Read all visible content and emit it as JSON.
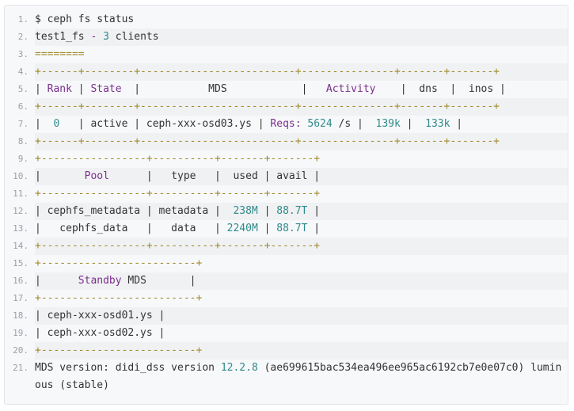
{
  "colors": {
    "default": "#333333",
    "border_dashes": "#a08a2c",
    "keyword": "#7a2f8c",
    "number": "#2f8a8a"
  },
  "code_lines": [
    {
      "n": "1.",
      "segs": [
        {
          "t": "$ ceph fs status",
          "c": "default"
        }
      ]
    },
    {
      "n": "2.",
      "segs": [
        {
          "t": "test1_fs ",
          "c": "default"
        },
        {
          "t": "-",
          "c": "keyword"
        },
        {
          "t": " ",
          "c": "default"
        },
        {
          "t": "3",
          "c": "number"
        },
        {
          "t": " clients",
          "c": "default"
        }
      ]
    },
    {
      "n": "3.",
      "segs": [
        {
          "t": "========",
          "c": "border_dashes"
        }
      ]
    },
    {
      "n": "4.",
      "segs": [
        {
          "t": "+------+--------+-------------------------+---------------+-------+-------+",
          "c": "border_dashes"
        }
      ]
    },
    {
      "n": "5.",
      "segs": [
        {
          "t": "| ",
          "c": "default"
        },
        {
          "t": "Rank",
          "c": "keyword"
        },
        {
          "t": " | ",
          "c": "default"
        },
        {
          "t": "State",
          "c": "keyword"
        },
        {
          "t": "  |           MDS            |   ",
          "c": "default"
        },
        {
          "t": "Activity",
          "c": "keyword"
        },
        {
          "t": "    |  dns  |  inos |",
          "c": "default"
        }
      ]
    },
    {
      "n": "6.",
      "segs": [
        {
          "t": "+------+--------+-------------------------+---------------+-------+-------+",
          "c": "border_dashes"
        }
      ]
    },
    {
      "n": "7.",
      "segs": [
        {
          "t": "|  ",
          "c": "default"
        },
        {
          "t": "0",
          "c": "number"
        },
        {
          "t": "   | active | ceph-xxx-osd03.ys | ",
          "c": "default"
        },
        {
          "t": "Reqs:",
          "c": "keyword"
        },
        {
          "t": " ",
          "c": "default"
        },
        {
          "t": "5624",
          "c": "number"
        },
        {
          "t": " /s |  ",
          "c": "default"
        },
        {
          "t": "139k",
          "c": "number"
        },
        {
          "t": " |  ",
          "c": "default"
        },
        {
          "t": "133k",
          "c": "number"
        },
        {
          "t": " |",
          "c": "default"
        }
      ]
    },
    {
      "n": "8.",
      "segs": [
        {
          "t": "+------+--------+-------------------------+---------------+-------+-------+",
          "c": "border_dashes"
        }
      ]
    },
    {
      "n": "9.",
      "segs": [
        {
          "t": "+-----------------+----------+-------+-------+",
          "c": "border_dashes"
        }
      ]
    },
    {
      "n": "10.",
      "segs": [
        {
          "t": "|       ",
          "c": "default"
        },
        {
          "t": "Pool",
          "c": "keyword"
        },
        {
          "t": "      |   type   |  used | avail |",
          "c": "default"
        }
      ]
    },
    {
      "n": "11.",
      "segs": [
        {
          "t": "+-----------------+----------+-------+-------+",
          "c": "border_dashes"
        }
      ]
    },
    {
      "n": "12.",
      "segs": [
        {
          "t": "| cephfs_metadata | metadata |  ",
          "c": "default"
        },
        {
          "t": "238M",
          "c": "number"
        },
        {
          "t": " | ",
          "c": "default"
        },
        {
          "t": "88.7T",
          "c": "number"
        },
        {
          "t": " |",
          "c": "default"
        }
      ]
    },
    {
      "n": "13.",
      "segs": [
        {
          "t": "|   cephfs_data   |   data   | ",
          "c": "default"
        },
        {
          "t": "2240M",
          "c": "number"
        },
        {
          "t": " | ",
          "c": "default"
        },
        {
          "t": "88.7T",
          "c": "number"
        },
        {
          "t": " |",
          "c": "default"
        }
      ]
    },
    {
      "n": "14.",
      "segs": [
        {
          "t": "+-----------------+----------+-------+-------+",
          "c": "border_dashes"
        }
      ]
    },
    {
      "n": "15.",
      "segs": [
        {
          "t": "+-------------------------+",
          "c": "border_dashes"
        }
      ]
    },
    {
      "n": "16.",
      "segs": [
        {
          "t": "|      ",
          "c": "default"
        },
        {
          "t": "Standby",
          "c": "keyword"
        },
        {
          "t": " MDS       |",
          "c": "default"
        }
      ]
    },
    {
      "n": "17.",
      "segs": [
        {
          "t": "+-------------------------+",
          "c": "border_dashes"
        }
      ]
    },
    {
      "n": "18.",
      "segs": [
        {
          "t": "| ceph-xxx-osd01.ys |",
          "c": "default"
        }
      ]
    },
    {
      "n": "19.",
      "segs": [
        {
          "t": "| ceph-xxx-osd02.ys |",
          "c": "default"
        }
      ]
    },
    {
      "n": "20.",
      "segs": [
        {
          "t": "+-------------------------+",
          "c": "border_dashes"
        }
      ]
    },
    {
      "n": "21.",
      "segs": [
        {
          "t": "MDS version: didi_dss version ",
          "c": "default"
        },
        {
          "t": "12.2.8",
          "c": "number"
        },
        {
          "t": " (ae699615bac534ea496ee965ac6192cb7e0e07c0) luminous (stable)",
          "c": "default"
        }
      ]
    }
  ]
}
